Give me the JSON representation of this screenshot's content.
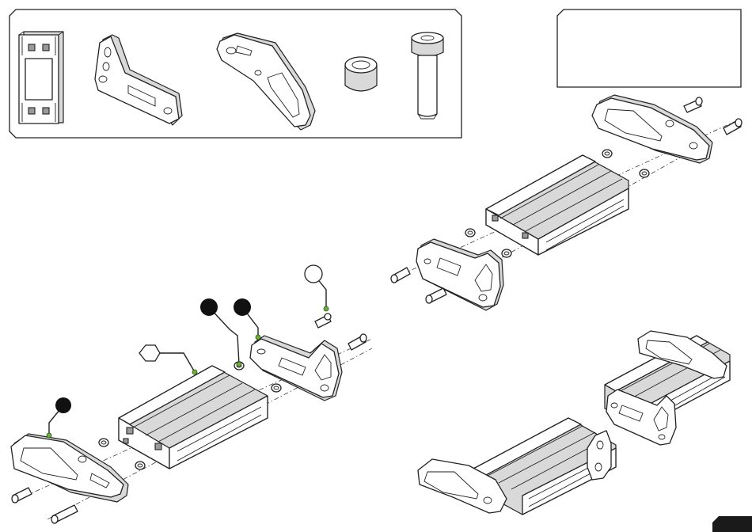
{
  "page": {
    "title_box_text": "",
    "page_tab_text": ""
  },
  "parts_panel": {
    "items": [
      {
        "name": "aluminium-profile-end"
      },
      {
        "name": "small-bracket-plate"
      },
      {
        "name": "large-bracket-plate"
      },
      {
        "name": "spacer-sleeve"
      },
      {
        "name": "socket-head-bolt"
      }
    ]
  },
  "callouts": [
    {
      "shape": "filled-circle",
      "label": ""
    },
    {
      "shape": "filled-circle",
      "label": ""
    },
    {
      "shape": "filled-circle",
      "label": ""
    },
    {
      "shape": "open-circle",
      "label": ""
    },
    {
      "shape": "open-hexagon",
      "label": ""
    }
  ],
  "colors": {
    "line": "#222222",
    "callout_fill": "#111111",
    "anchor_dot": "#6fae3c",
    "page_tab": "#1a1a1a"
  }
}
